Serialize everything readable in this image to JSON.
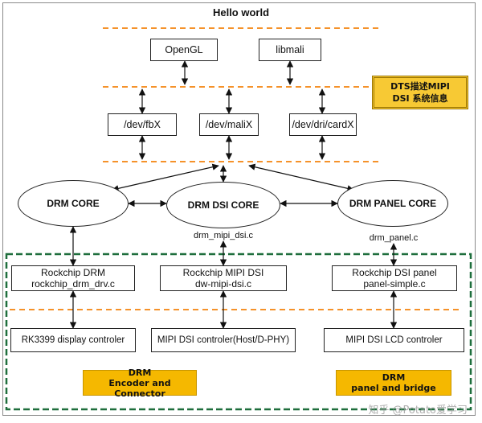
{
  "title": "Hello world",
  "top_apps": {
    "opengl": "OpenGL",
    "libmali": "libmali"
  },
  "devices": {
    "fbx": "/dev/fbX",
    "malix": "/dev/maliX",
    "dri": "/dev/dri/cardX"
  },
  "dts_note": {
    "line1": "DTS描述MIPI",
    "line2": "DSI 系统信息"
  },
  "cores": {
    "drm_core": "DRM CORE",
    "dsi_core": "DRM DSI CORE",
    "panel_core": "DRM PANEL CORE"
  },
  "core_files": {
    "dsi": "drm_mipi_dsi.c",
    "panel": "drm_panel.c"
  },
  "drivers": {
    "rockchip_drm": {
      "line1": "Rockchip DRM",
      "line2": "rockchip_drm_drv.c"
    },
    "rockchip_dsi": {
      "line1": "Rockchip MIPI DSI",
      "line2": "dw-mipi-dsi.c"
    },
    "rockchip_panel": {
      "line1": "Rockchip DSI panel",
      "line2": "panel-simple.c"
    }
  },
  "hardware": {
    "display": "RK3399 display controler",
    "dsi": "MIPI DSI controler(Host/D-PHY)",
    "lcd": "MIPI DSI LCD controler"
  },
  "tags": {
    "encoder": {
      "line1": "DRM",
      "line2": "Encoder and Connector"
    },
    "panel": {
      "line1": "DRM",
      "line2": "panel and bridge"
    }
  },
  "watermark": "知乎 @Potato爱学习",
  "colors": {
    "dashed_orange": "#f5922a",
    "dashed_green": "#1e6e3c",
    "tag_fill": "#f5b800"
  }
}
